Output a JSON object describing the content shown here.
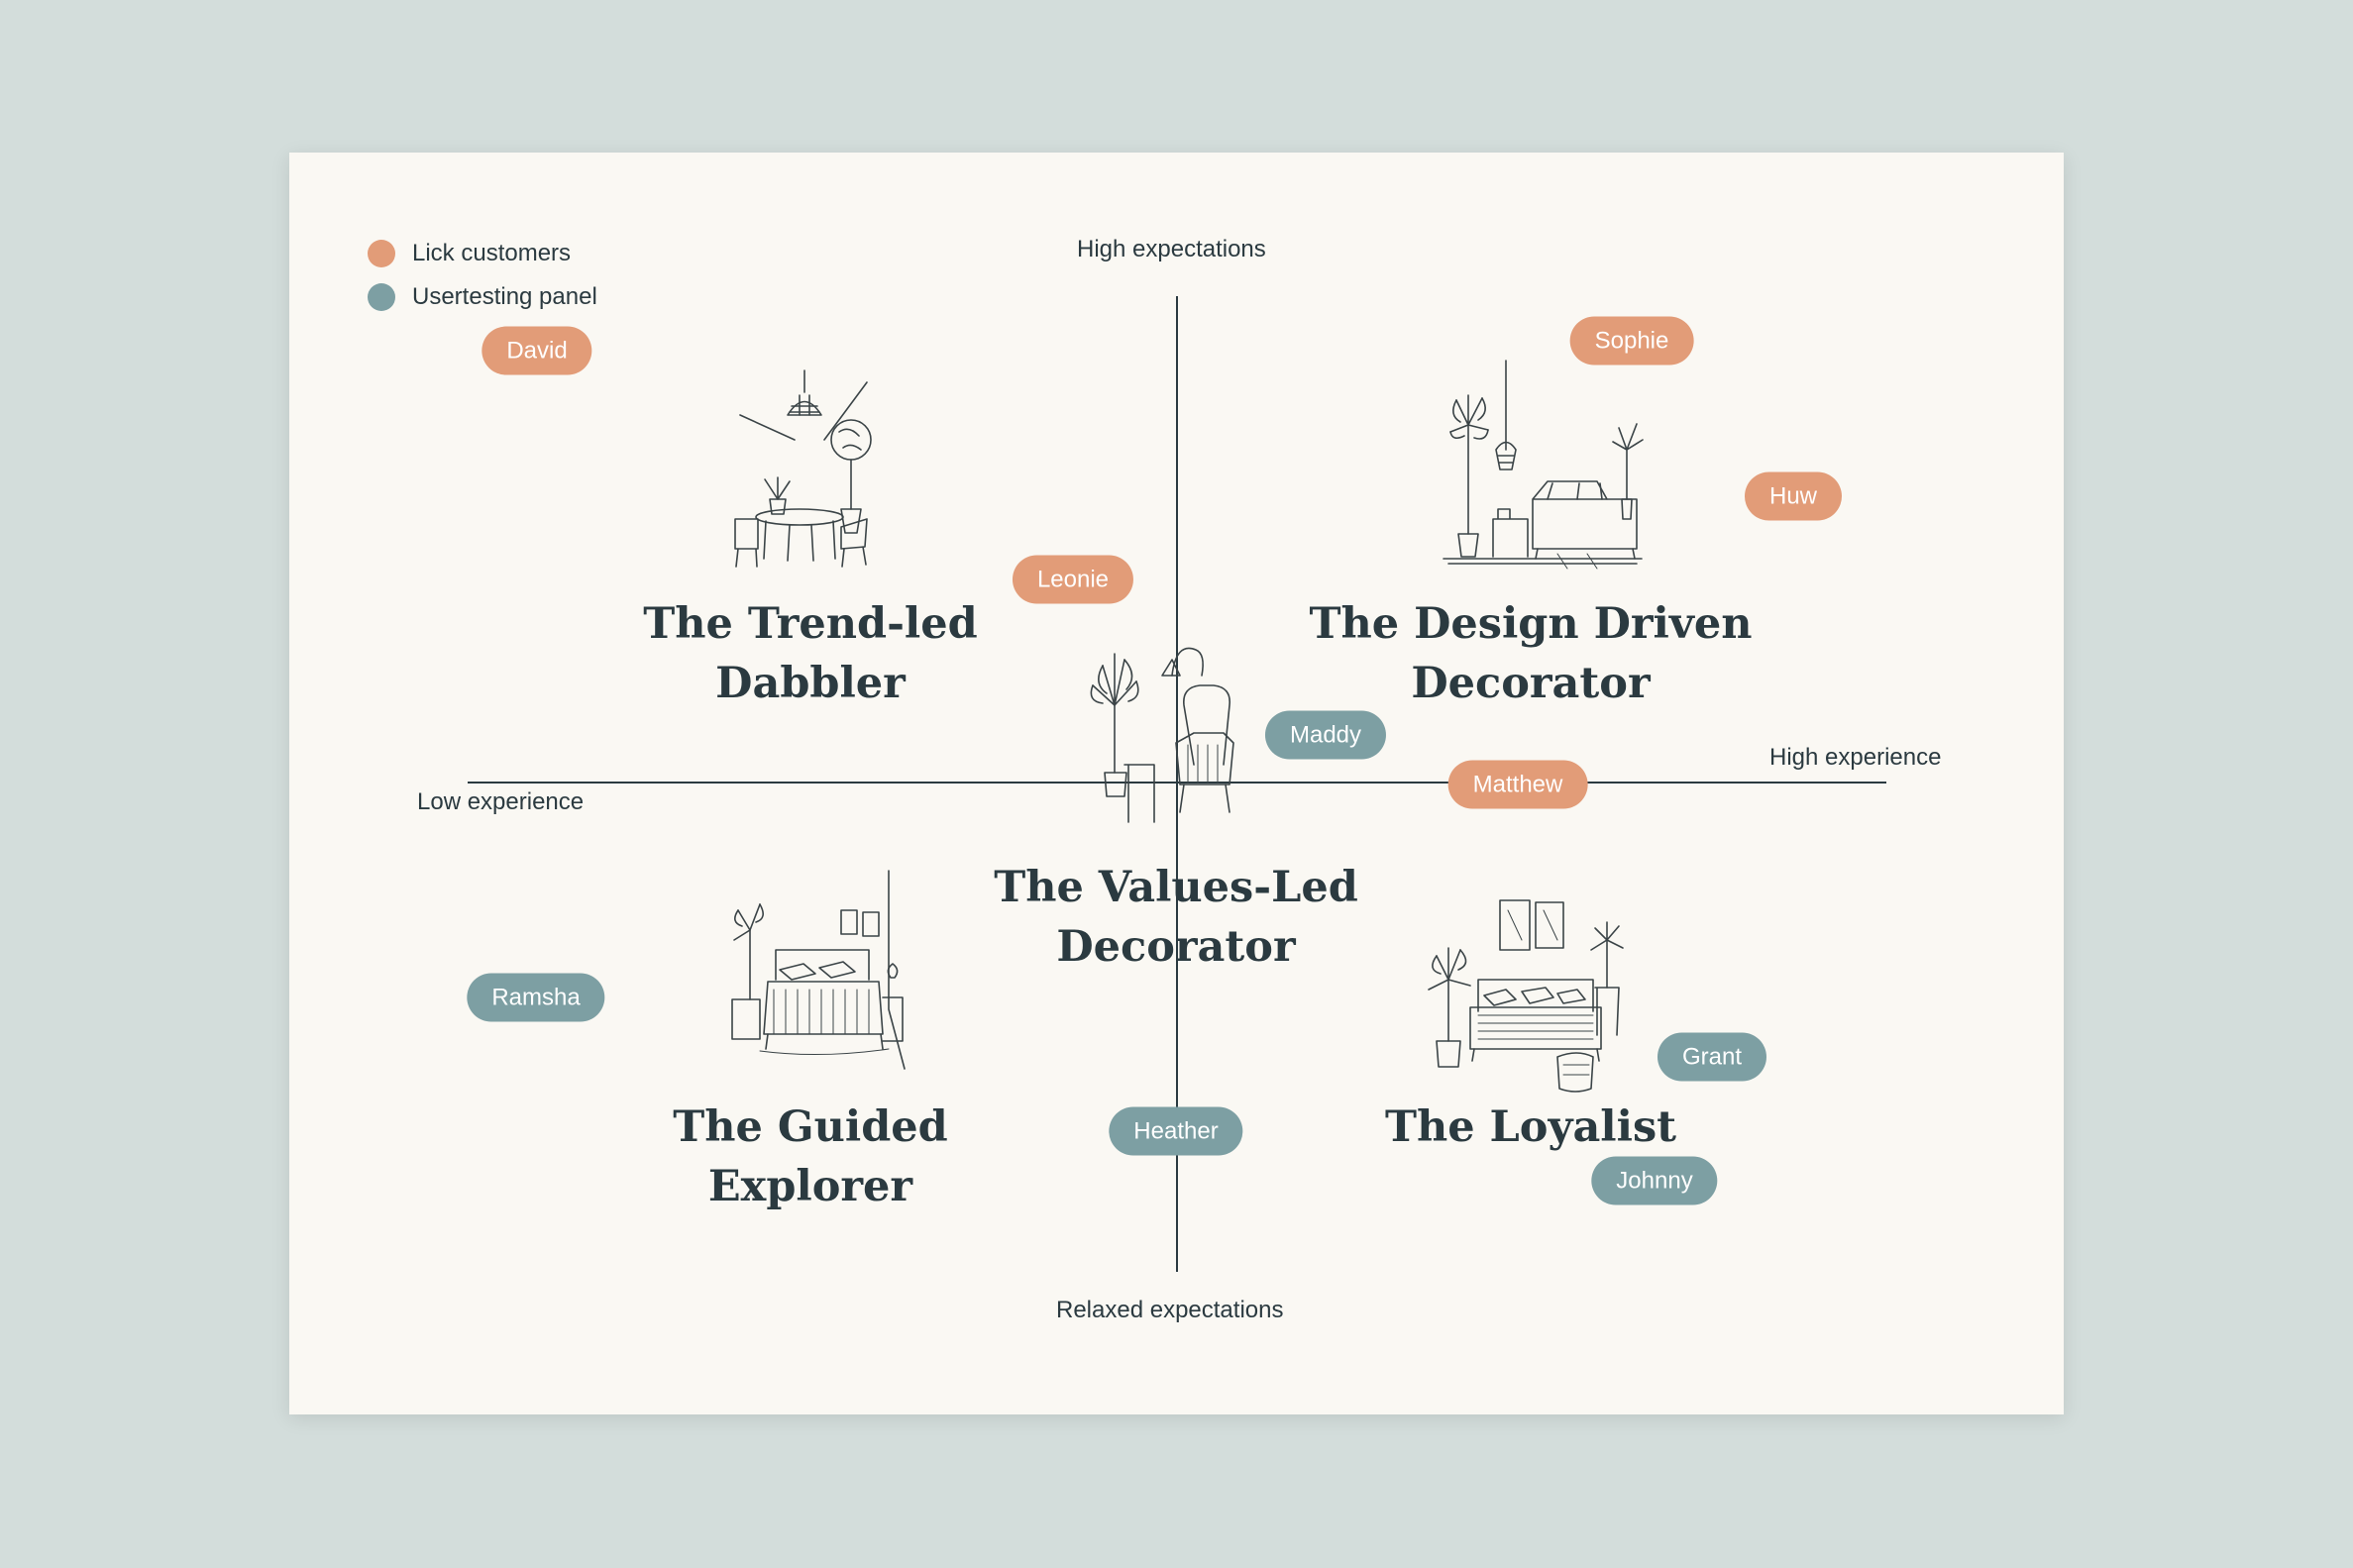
{
  "legend": [
    {
      "label": "Lick customers",
      "color": "#e29c78"
    },
    {
      "label": "Usertesting panel",
      "color": "#7d9fa3"
    }
  ],
  "axes": {
    "top": "High expectations",
    "bottom": "Relaxed expectations",
    "left": "Low experience",
    "right": "High experience"
  },
  "personas": {
    "trend_led": [
      "The Trend-led",
      "Dabbler"
    ],
    "design_driven": [
      "The Design Driven",
      "Decorator"
    ],
    "values_led": [
      "The Values-Led",
      "Decorator"
    ],
    "guided": [
      "The Guided",
      "Explorer"
    ],
    "loyalist": [
      "The Loyalist"
    ]
  },
  "people": [
    {
      "name": "David",
      "group": "Lick customers"
    },
    {
      "name": "Sophie",
      "group": "Lick customers"
    },
    {
      "name": "Huw",
      "group": "Lick customers"
    },
    {
      "name": "Leonie",
      "group": "Lick customers"
    },
    {
      "name": "Maddy",
      "group": "Usertesting panel"
    },
    {
      "name": "Matthew",
      "group": "Lick customers"
    },
    {
      "name": "Ramsha",
      "group": "Usertesting panel"
    },
    {
      "name": "Grant",
      "group": "Usertesting panel"
    },
    {
      "name": "Heather",
      "group": "Usertesting panel"
    },
    {
      "name": "Johnny",
      "group": "Usertesting panel"
    }
  ],
  "illustrations": [
    "dining-room-sketch",
    "living-room-sketch",
    "armchair-plant-sketch",
    "bedroom-sketch",
    "sofa-room-sketch"
  ]
}
